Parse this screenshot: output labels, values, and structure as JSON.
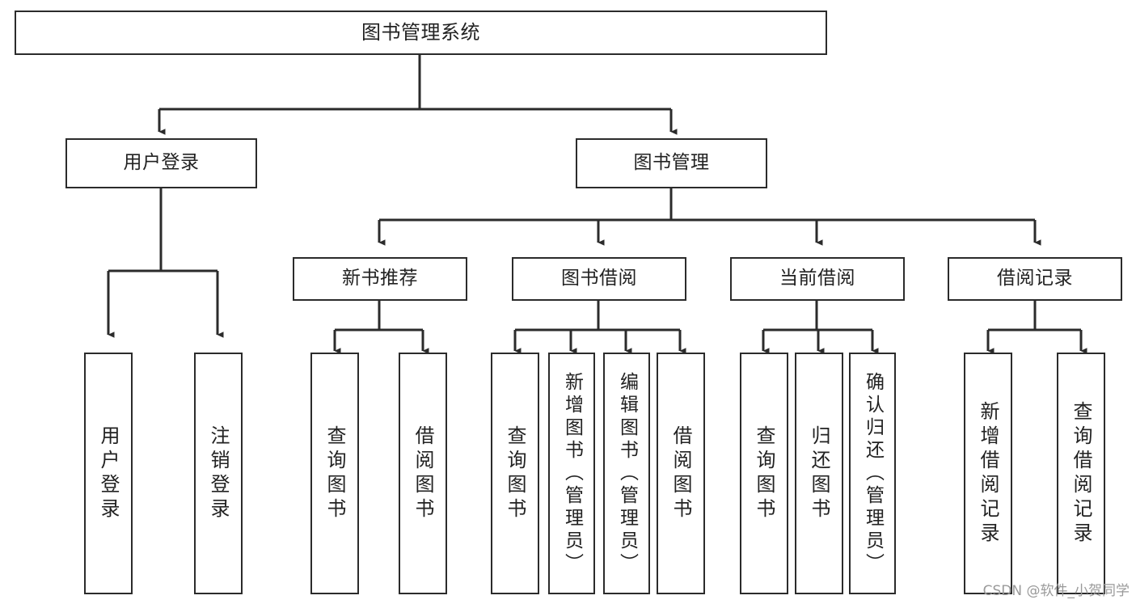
{
  "diagram": {
    "type": "tree-hierarchy",
    "title": "图书管理系统",
    "orientation": "top-down",
    "colors": {
      "box_border": "#2b2b2b",
      "box_fill": "#ffffff",
      "connector": "#2b2b2b",
      "text": "#222222",
      "watermark": "#9a9a9a",
      "background": "#ffffff"
    },
    "root": {
      "label": "图书管理系统",
      "text_orientation": "horizontal"
    },
    "level2": [
      {
        "label": "用户登录",
        "text_orientation": "horizontal"
      },
      {
        "label": "图书管理",
        "text_orientation": "horizontal"
      }
    ],
    "level3": [
      {
        "label": "新书推荐",
        "text_orientation": "horizontal",
        "parent": "图书管理"
      },
      {
        "label": "图书借阅",
        "text_orientation": "horizontal",
        "parent": "图书管理"
      },
      {
        "label": "当前借阅",
        "text_orientation": "horizontal",
        "parent": "图书管理"
      },
      {
        "label": "借阅记录",
        "text_orientation": "horizontal",
        "parent": "图书管理"
      }
    ],
    "leaves": {
      "user_login": [
        {
          "label": "用户登录",
          "text_orientation": "vertical"
        },
        {
          "label": "注销登录",
          "text_orientation": "vertical"
        }
      ],
      "new_book_recommend": [
        {
          "label": "查询图书",
          "text_orientation": "vertical"
        },
        {
          "label": "借阅图书",
          "text_orientation": "vertical"
        }
      ],
      "book_borrow": [
        {
          "label": "查询图书",
          "text_orientation": "vertical"
        },
        {
          "label": "新增图书（管理员）",
          "text_orientation": "vertical"
        },
        {
          "label": "编辑图书（管理员）",
          "text_orientation": "vertical"
        },
        {
          "label": "借阅图书",
          "text_orientation": "vertical"
        }
      ],
      "current_borrow": [
        {
          "label": "查询图书",
          "text_orientation": "vertical"
        },
        {
          "label": "归还图书",
          "text_orientation": "vertical"
        },
        {
          "label": "确认归还（管理员）",
          "text_orientation": "vertical"
        }
      ],
      "borrow_record": [
        {
          "label": "新增借阅记录",
          "text_orientation": "vertical"
        },
        {
          "label": "查询借阅记录",
          "text_orientation": "vertical"
        }
      ]
    }
  },
  "watermark": {
    "text": "CSDN @软件_小贺同学"
  }
}
